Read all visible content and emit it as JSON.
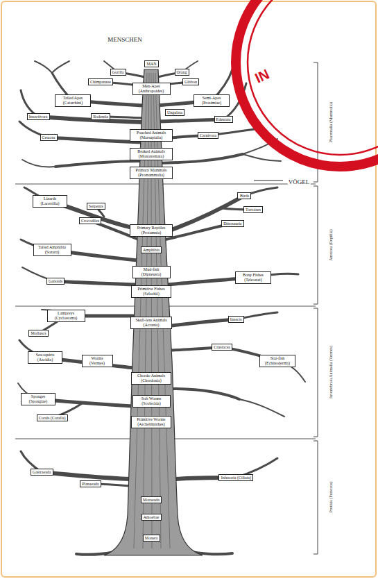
{
  "diagram": {
    "nodes": [
      {
        "text": [
          "MAN"
        ]
      },
      {
        "text": [
          "Gorilla"
        ]
      },
      {
        "text": [
          "Orang"
        ]
      },
      {
        "text": [
          "Chimpanzee"
        ]
      },
      {
        "text": [
          "Gibbon"
        ]
      },
      {
        "text": [
          "Men-Apes (Anthropoides)"
        ]
      },
      {
        "text": [
          "Tailed Apes (Catarrhini)"
        ]
      },
      {
        "text": [
          "Semi-Apes (Prosimiae)"
        ]
      },
      {
        "text": [
          "Insectivora"
        ]
      },
      {
        "text": [
          "Rodentia"
        ]
      },
      {
        "text": [
          "Ungulata"
        ]
      },
      {
        "text": [
          "Edentata"
        ]
      },
      {
        "text": [
          "Carnivora"
        ]
      },
      {
        "text": [
          "Cetacea"
        ]
      },
      {
        "text": [
          "Pouched Animals (Marsupialia)"
        ]
      },
      {
        "text": [
          "Beaked Animals (Monotremata)"
        ]
      },
      {
        "text": [
          "Primary Mammals (Promammalia)"
        ]
      },
      {
        "text": [
          "Lizards (Lacertilia)"
        ]
      },
      {
        "text": [
          "Serpents"
        ]
      },
      {
        "text": [
          "Birds"
        ]
      },
      {
        "text": [
          "Crocodiles"
        ]
      },
      {
        "text": [
          "Tortoises"
        ]
      },
      {
        "text": [
          "Dinosauria"
        ]
      },
      {
        "text": [
          "Primary Reptiles (Protamnia)"
        ]
      },
      {
        "text": [
          "Tailed Amphibia (Sozura)"
        ]
      },
      {
        "text": [
          "Amphibia"
        ]
      },
      {
        "text": [
          "Mud-fish (Dipneusta)"
        ]
      },
      {
        "text": [
          "Ganoids"
        ]
      },
      {
        "text": [
          "Bony Fishes (Teleostei)"
        ]
      },
      {
        "text": [
          "Primitive Fishes (Selachii)"
        ]
      },
      {
        "text": [
          "Lampreys (Cyclostoma)"
        ]
      },
      {
        "text": [
          "Insects"
        ]
      },
      {
        "text": [
          "Skull-less Animals (Acrania)"
        ]
      },
      {
        "text": [
          "Molluscs"
        ]
      },
      {
        "text": [
          "Crustacea"
        ]
      },
      {
        "text": [
          "Sea-squirts (Ascidia)"
        ]
      },
      {
        "text": [
          "Worms (Vermes)"
        ]
      },
      {
        "text": [
          "Star-fish (Echinoderma)"
        ]
      },
      {
        "text": [
          "Chorda-Animals (Chordonia)"
        ]
      },
      {
        "text": [
          "Sponges (Spongiae)"
        ]
      },
      {
        "text": [
          "Soft Worms (Scolecida)"
        ]
      },
      {
        "text": [
          "Corals (Coralla)"
        ]
      },
      {
        "text": [
          "Primitive Worms (Archelminthes)"
        ]
      },
      {
        "text": [
          "Gastraeada"
        ]
      },
      {
        "text": [
          "Infusoria (Ciliata)"
        ]
      },
      {
        "text": [
          "Planaeada"
        ]
      },
      {
        "text": [
          "Moraeada"
        ]
      },
      {
        "text": [
          "Amoebae"
        ]
      },
      {
        "text": [
          "Monera"
        ]
      }
    ],
    "labels": [
      "MENSCHEN",
      "IN",
      "VÖGEL",
      "Placentalia (Mammalia)",
      "Amniota (Reptilia)",
      "Invertebrata Animalia (Vermes)",
      "Protista (Protozoa)"
    ]
  }
}
